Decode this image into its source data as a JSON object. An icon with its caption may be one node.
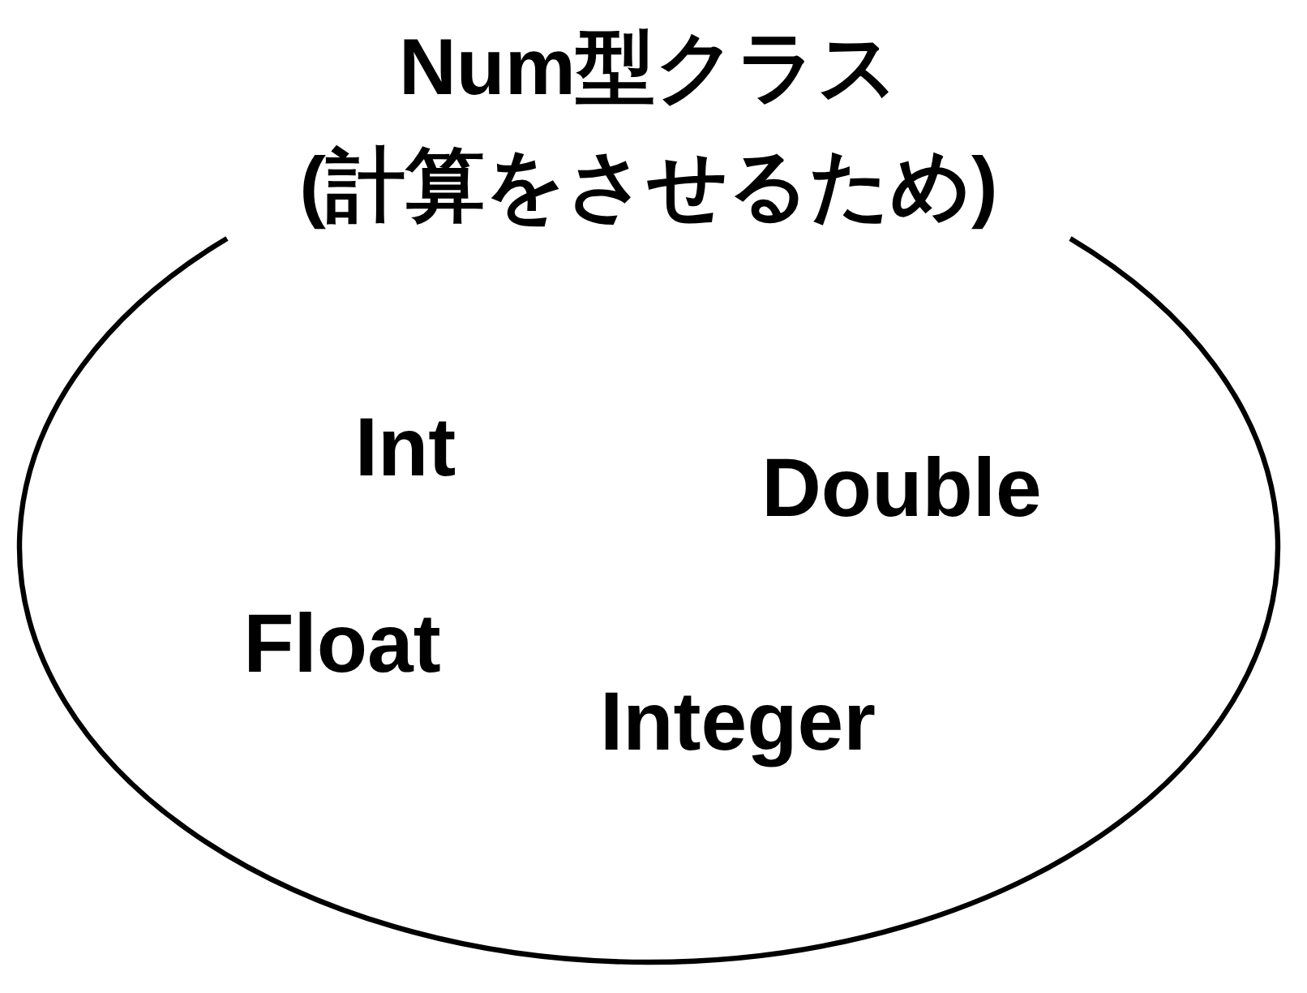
{
  "diagram": {
    "nodes": [
      {
        "text": [
          "Num型クラス (計算をさせるため)",
          "Int",
          "Double",
          "Float",
          "Integer"
        ]
      }
    ]
  }
}
